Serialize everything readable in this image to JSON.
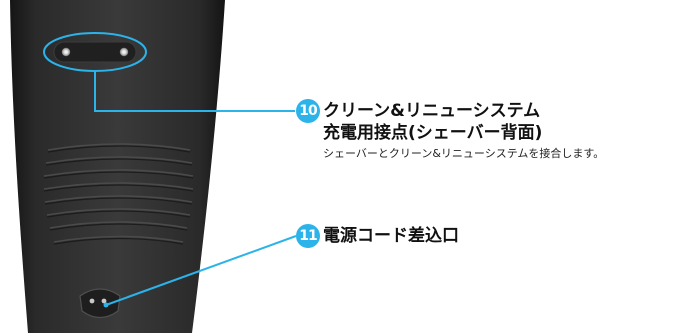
{
  "colors": {
    "shaver_body": "#2e2e2e",
    "callout_line": "#2bb3ea",
    "badge_fill": "#2bb3ea",
    "text": "#111111"
  },
  "callouts": [
    {
      "number": "10",
      "title_line1": "クリーン&リニューシステム",
      "title_line2": "充電用接点(シェーバー背面)",
      "description": "シェーバーとクリーン&リニューシステムを接合します。"
    },
    {
      "number": "11",
      "title_line1": "電源コード差込口"
    }
  ]
}
